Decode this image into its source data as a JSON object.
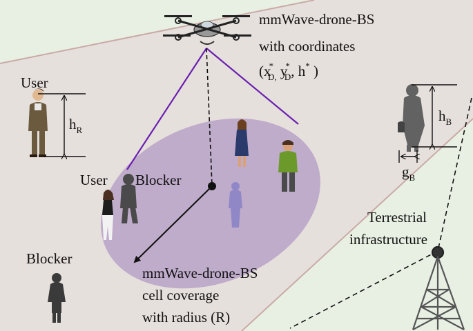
{
  "colors": {
    "field": "#e8f0e3",
    "road": "#e6e0dc",
    "road_edge": "#c9aaa6",
    "coverage": "#b9a3c7",
    "beam": "#6a1fb0",
    "silhouette": "#3a3a3a",
    "blue_person": "#8b84c6"
  },
  "drone": {
    "label_line1": "mmWave-drone-BS",
    "label_line2": "with coordinates",
    "coord_open": "(x",
    "coord_star": "*",
    "coord_sub_d": "D,",
    "coord_y": " y",
    "coord_sub_d2": "D",
    "coord_h": ", h",
    "coord_close": " )"
  },
  "user_left": {
    "label": "User",
    "height_symbol": "h",
    "height_sub": "R"
  },
  "blocker_right": {
    "height_symbol": "h",
    "height_sub": "B",
    "gap_symbol": "g",
    "gap_sub": "B"
  },
  "cell": {
    "user_label": "User",
    "blocker_label": "Blocker",
    "coverage_line1": "mmWave-drone-BS",
    "coverage_line2": "cell coverage",
    "coverage_line3": "with radius (R)"
  },
  "blocker_left": {
    "label": "Blocker"
  },
  "terrestrial": {
    "label_line1": "Terrestrial",
    "label_line2": "infrastructure"
  }
}
